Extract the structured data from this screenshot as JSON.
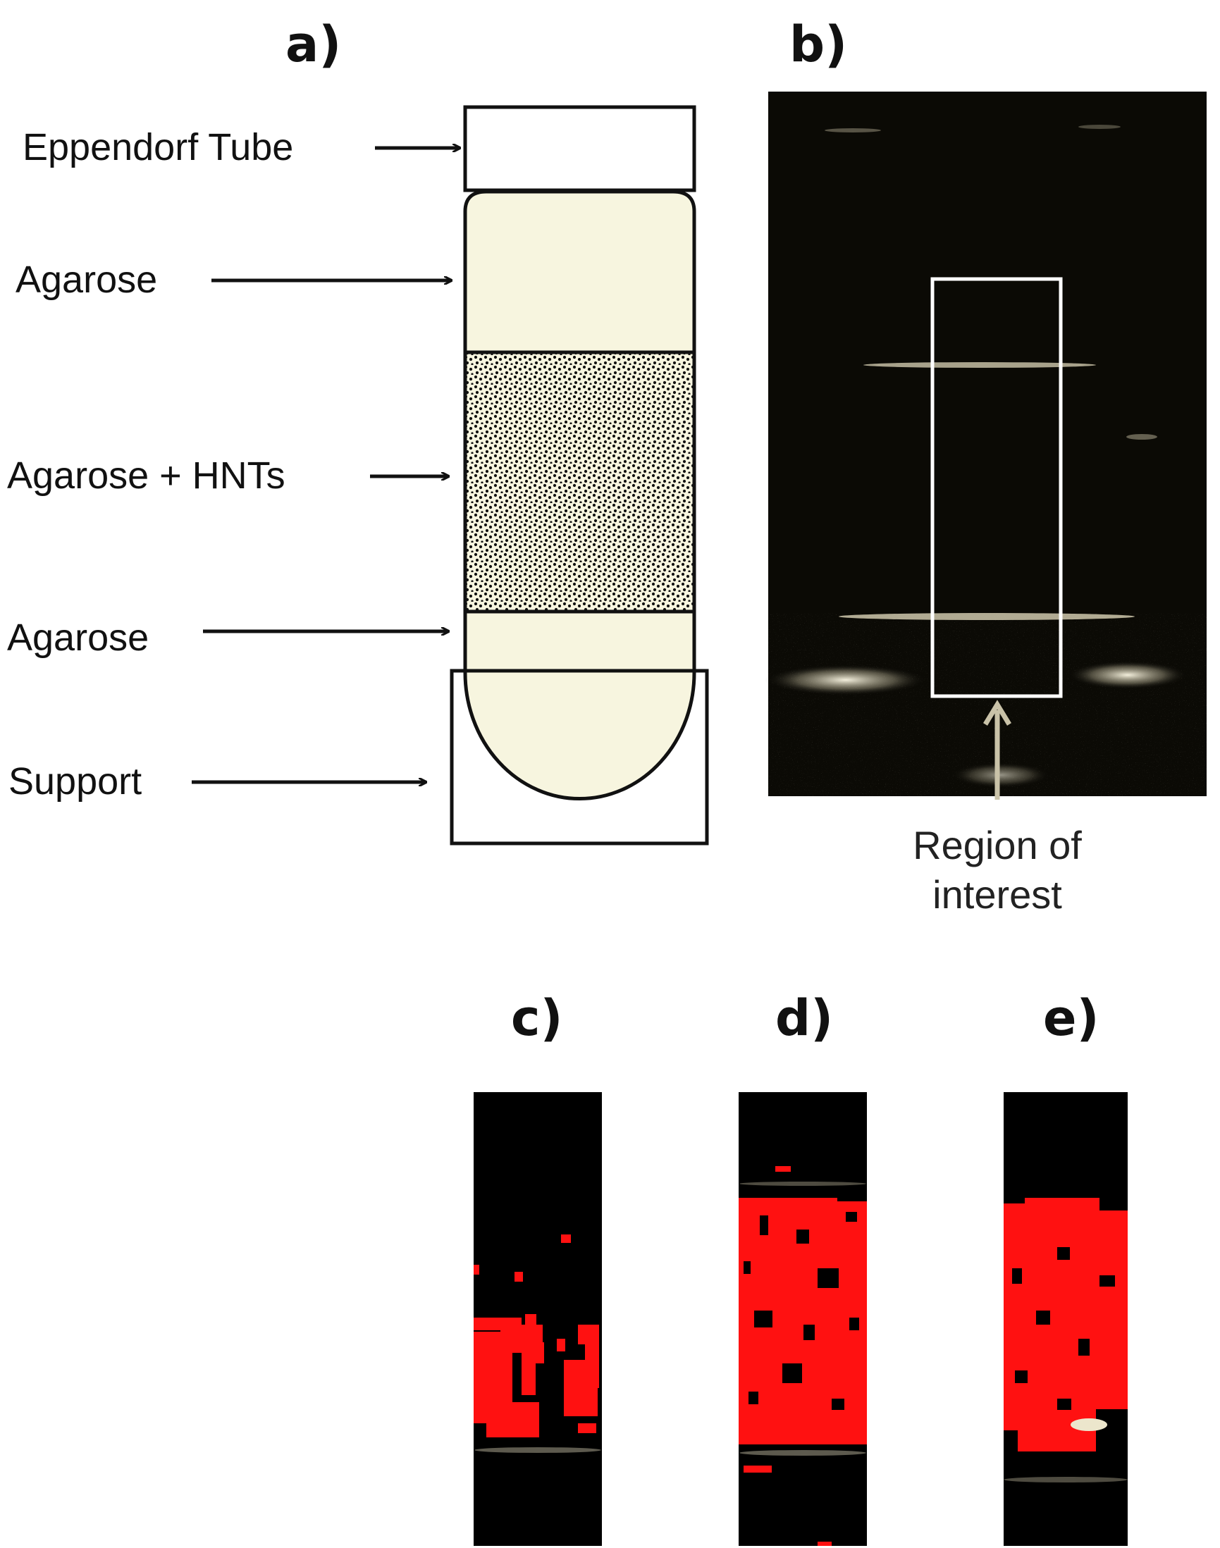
{
  "panels": {
    "a": "a)",
    "b": "b)",
    "c": "c)",
    "d": "d)",
    "e": "e)"
  },
  "diagram_a": {
    "labels": [
      "Eppendorf Tube",
      "Agarose",
      "Agarose + HNTs",
      "Agarose",
      "Support"
    ],
    "colors": {
      "agarose": "#f7f5df",
      "outline": "#111111",
      "hnt_dots": "#111111"
    }
  },
  "image_b": {
    "roi_label_line1": "Region of",
    "roi_label_line2": "interest",
    "colors": {
      "background": "#0b0a05",
      "roi_box": "#ffffff",
      "roi_arrow": "#c9c2a8"
    }
  },
  "segmentation": {
    "highlight_color": "#ff1111",
    "background": "#000000"
  }
}
